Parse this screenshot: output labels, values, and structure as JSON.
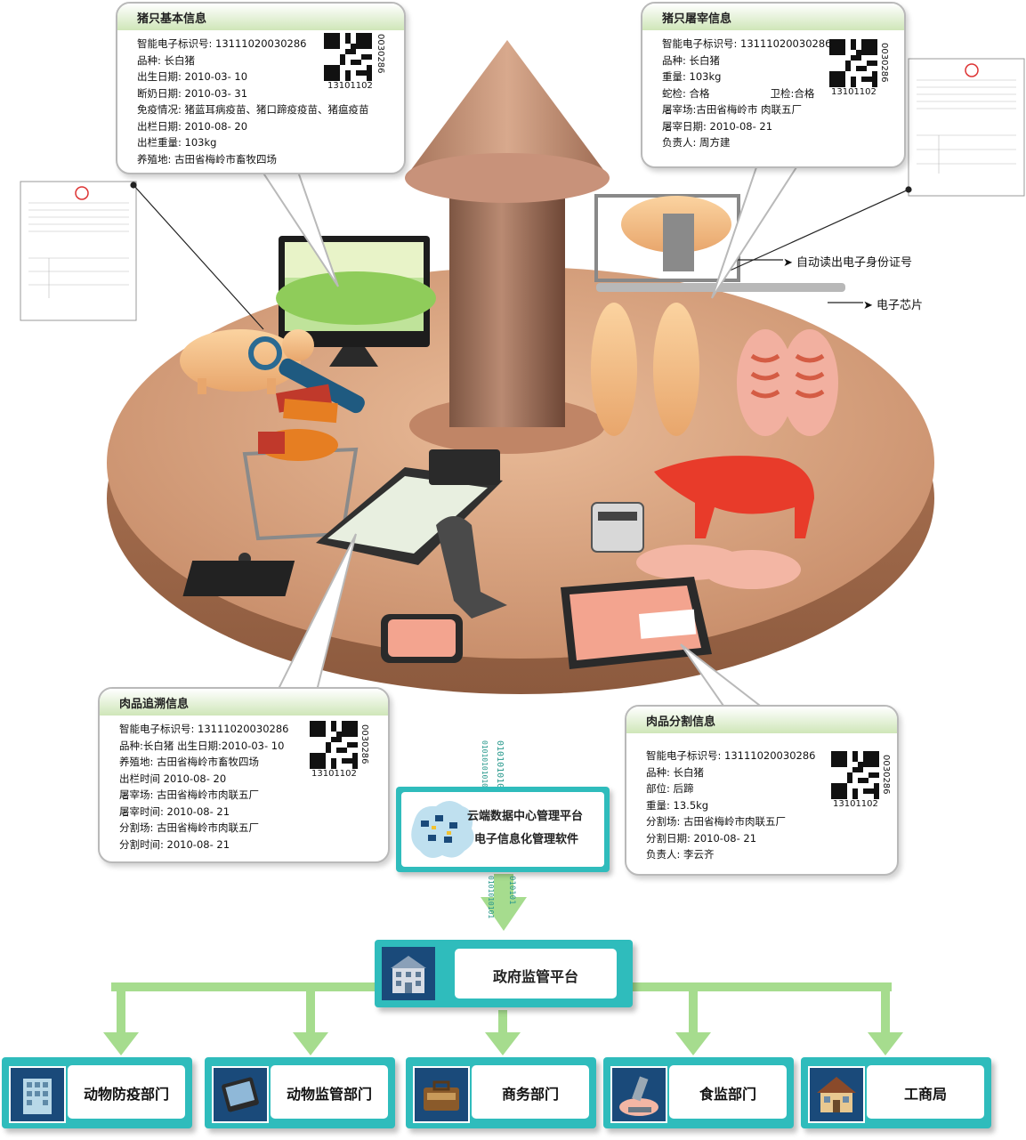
{
  "pig_basic_info": {
    "title": "猪只基本信息",
    "lines": [
      "智能电子标识号: 13111020030286",
      "品种: 长白猪",
      "出生日期: 2010-03- 10",
      "断奶日期: 2010-03- 31",
      "免疫情况: 猪蓝耳病疫苗、猪口蹄疫疫苗、猪瘟疫苗",
      "出栏日期: 2010-08- 20",
      "出栏重量: 103kg",
      "养殖地: 古田省梅岭市畜牧四场"
    ],
    "qr_h": "13101102",
    "qr_v": "0030286"
  },
  "slaughter_info": {
    "title": "猪只屠宰信息",
    "lines": [
      "智能电子标识号: 13111020030286",
      "品种: 长白猪",
      "重量: 103kg",
      "屠宰场:古田省梅岭市 肉联五厂",
      "屠宰日期: 2010-08- 21",
      "负责人: 周方建"
    ],
    "inspect_a": "蛇检: 合格",
    "inspect_b": "卫检:合格",
    "qr_h": "13101102",
    "qr_v": "0030286"
  },
  "meat_trace_info": {
    "title": "肉品追溯信息",
    "lines": [
      "智能电子标识号: 13111020030286",
      "品种:长白猪      出生日期:2010-03- 10",
      "养殖地: 古田省梅岭市畜牧四场",
      "出栏时间  2010-08- 20",
      "屠宰场: 古田省梅岭市肉联五厂",
      "屠宰时间: 2010-08- 21",
      "分割场: 古田省梅岭市肉联五厂",
      "分割时间: 2010-08- 21"
    ],
    "qr_h": "13101102",
    "qr_v": "0030286"
  },
  "meat_cut_info": {
    "title": "肉品分割信息",
    "lines": [
      "智能电子标识号: 13111020030286",
      "品种: 长白猪",
      "部位: 后蹄",
      "重量: 13.5kg",
      "分割场: 古田省梅岭市肉联五厂",
      "分割日期: 2010-08- 21",
      "负责人: 李云齐"
    ],
    "qr_h": "13101102",
    "qr_v": "0030286"
  },
  "tags": {
    "auto_read": "➤ 自动读出电子身份证号",
    "chip": "➤ 电子芯片"
  },
  "cloud": {
    "line1": "云端数据中心管理平台",
    "line2": "电子信息化管理软件"
  },
  "binary": {
    "a": "0101010101010",
    "b": "0101010101010",
    "c": "0101010101",
    "d": "010101"
  },
  "gov": {
    "label": "政府监管平台"
  },
  "departments": [
    {
      "label": "动物防疫部门",
      "icon": "building-icon"
    },
    {
      "label": "动物监管部门",
      "icon": "tablet-icon"
    },
    {
      "label": "商务部门",
      "icon": "briefcase-icon"
    },
    {
      "label": "食监部门",
      "icon": "microscope-icon"
    },
    {
      "label": "工商局",
      "icon": "house-icon"
    }
  ],
  "colors": {
    "arrow_green": "#a6dc8e",
    "teal": "#2fbcbc",
    "platform": "#d9a47f",
    "card_head": "#cfe6b8"
  }
}
